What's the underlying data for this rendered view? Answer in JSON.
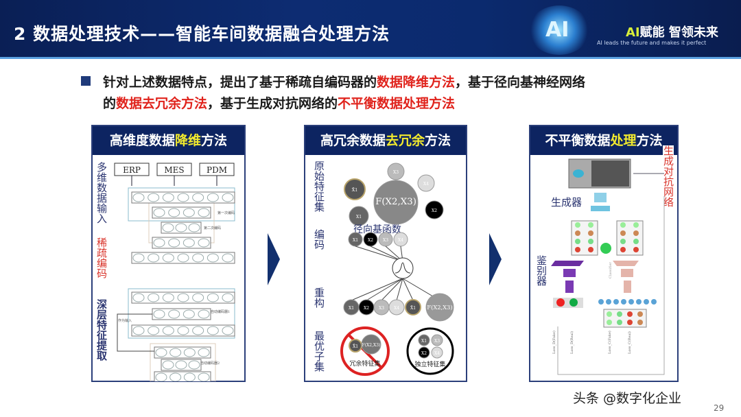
{
  "header": {
    "title": "2 数据处理技术——智能车间数据融合处理方法",
    "logo_text": "AI",
    "slogan_ai": "AI",
    "slogan_rest": "赋能  智领未来",
    "slogan_en": "AI leads the future and makes it perfect"
  },
  "bullet": {
    "line1_a": "针对上述数据特点，提出了基于稀疏自编码器的",
    "line1_red": "数据降维方法",
    "line1_b": "，基于径向基神经网络",
    "line2_a": "的",
    "line2_red1": "数据去冗余方法",
    "line2_b": "，基于生成对抗网络的",
    "line2_red2": "不平衡数据处理方法"
  },
  "panels": [
    {
      "title_a": "高维度数据",
      "title_hl": "降维",
      "title_b": "方法",
      "label_input": "多维数据输入",
      "label_sparse": "稀疏编码",
      "label_deep": "深层特征提取",
      "sources": [
        "ERP",
        "MES",
        "PDM"
      ],
      "note1": "第一次编码",
      "note2": "第二次编码",
      "note3": "自动编码器1",
      "note4": "作为输入",
      "note5": "自动编码器2",
      "ellipsis": "……"
    },
    {
      "title_a": "高冗余数据",
      "title_hl": "去冗余",
      "title_b": "方法",
      "label_orig": "原始特征集",
      "label_enc": "编码",
      "label_rec": "重构",
      "label_opt": "最优子集",
      "rbf": "径向基函数",
      "nodes": [
        "X1",
        "X2",
        "X3",
        "X4",
        "X̃1",
        "F(X2,X3)"
      ],
      "redundant": "冗余特征集",
      "independent": "独立特征集"
    },
    {
      "title_a": "不平衡数据",
      "title_hl": "处理",
      "title_b": "方法",
      "label_gen": "生成器",
      "label_disc": "鉴别器",
      "label_gan": "生成对抗网络",
      "classifier": "Classifier",
      "loss_labels": [
        "Loss_D(Fake)",
        "Loss_D(Real)",
        "Loss_C(Fake)",
        "Loss_C(Real)"
      ]
    }
  ],
  "watermark": "头条 @数字化企业",
  "page_number": "29"
}
